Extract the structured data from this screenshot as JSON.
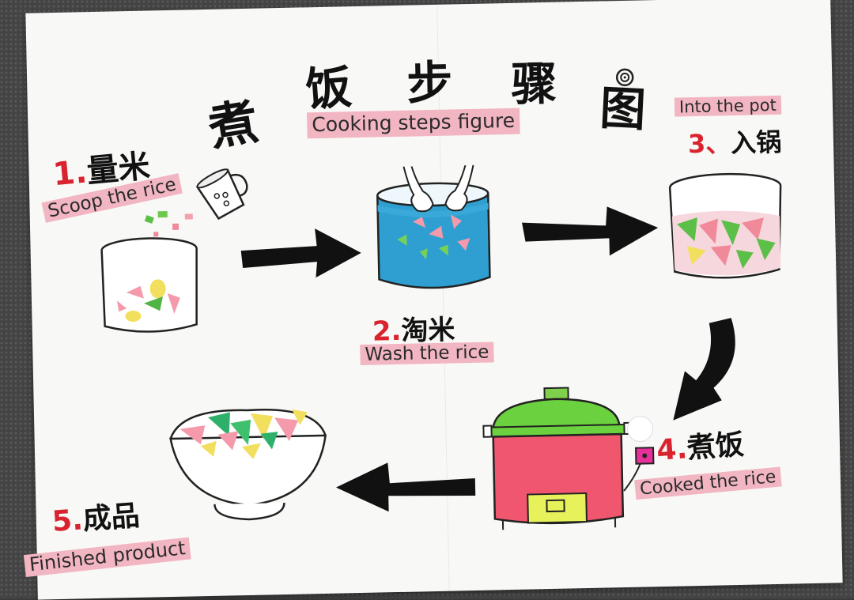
{
  "poster": {
    "title_chars": [
      "煮",
      "饭",
      "步",
      "骤",
      "图"
    ],
    "title_en": "Cooking steps figure",
    "accent_color": "#d9232e",
    "pill_color": "#f2b6c2",
    "paper_color": "#f8f8f6",
    "mat_color": "#444444"
  },
  "steps": [
    {
      "number": "1.",
      "zh": "量米",
      "en": "Scoop the rice"
    },
    {
      "number": "2.",
      "zh": "淘米",
      "en": "Wash the rice"
    },
    {
      "number": "3、",
      "zh": "入锅",
      "en": "Into the pot"
    },
    {
      "number": "4.",
      "zh": "煮饭",
      "en": "Cooked the rice"
    },
    {
      "number": "5.",
      "zh": "成品",
      "en": "Finished product"
    }
  ],
  "icons": {
    "measuring_cup": "measuring-cup-icon",
    "rice_container": "rice-container-icon",
    "wash_basin": "wash-basin-icon",
    "pot": "pot-icon",
    "rice_cooker": "rice-cooker-icon",
    "rice_bowl": "rice-bowl-icon",
    "arrow": "arrow-icon",
    "snail": "snail-icon",
    "hands": "hands-icon"
  }
}
